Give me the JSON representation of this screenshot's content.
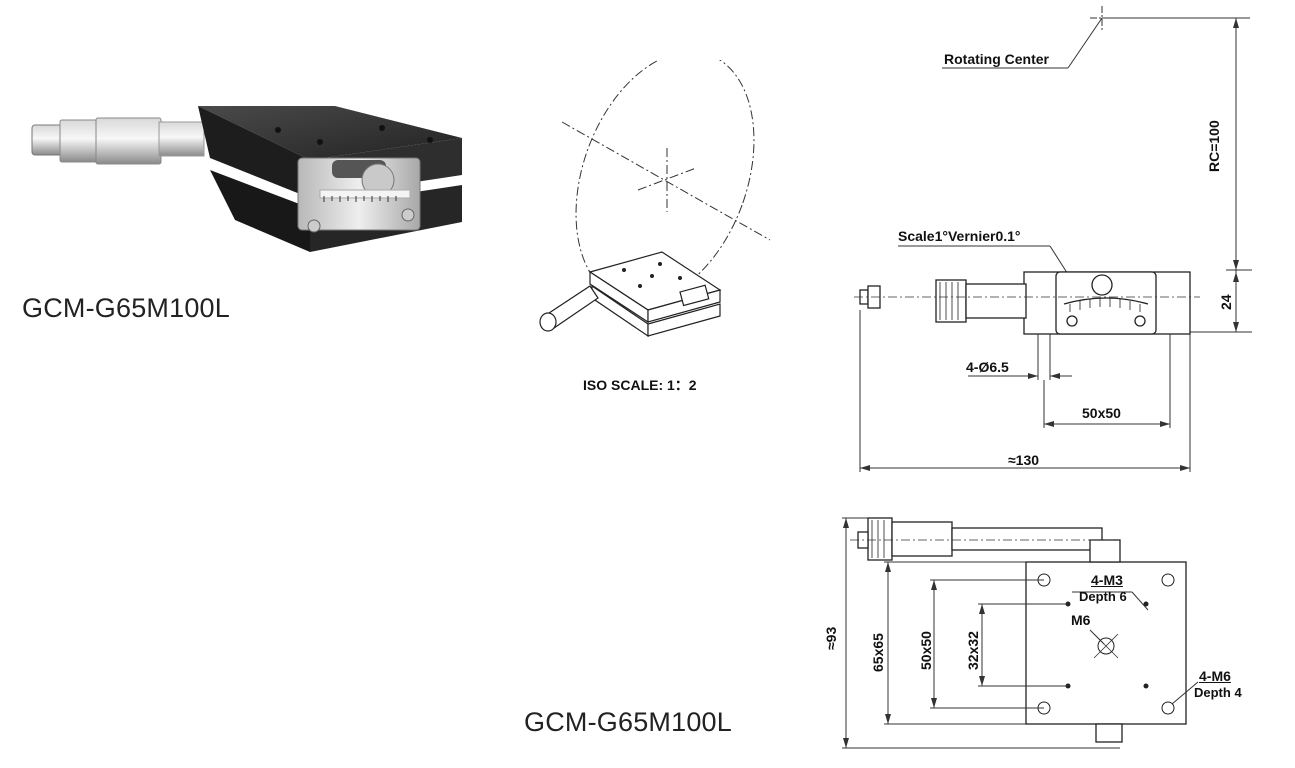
{
  "product": {
    "model_top": "GCM-G65M100L",
    "model_bottom": "GCM-G65M100L"
  },
  "iso_view": {
    "scale_label": "ISO SCALE: 1：2"
  },
  "side_view": {
    "rotating_center": "Rotating Center",
    "rc": "RC=100",
    "scale_vernier": "Scale1°Vernier0.1°",
    "height": "24",
    "holes": "4-Ø6.5",
    "hole_pattern": "50x50",
    "length": "≈130"
  },
  "top_view": {
    "m3_label": "4-M3",
    "m3_depth": "Depth 6",
    "m6_center": "M6",
    "m6_label": "4-M6",
    "m6_depth": "Depth 4",
    "dim_93": "≈93",
    "dim_65": "65x65",
    "dim_50": "50x50",
    "dim_32": "32x32"
  }
}
